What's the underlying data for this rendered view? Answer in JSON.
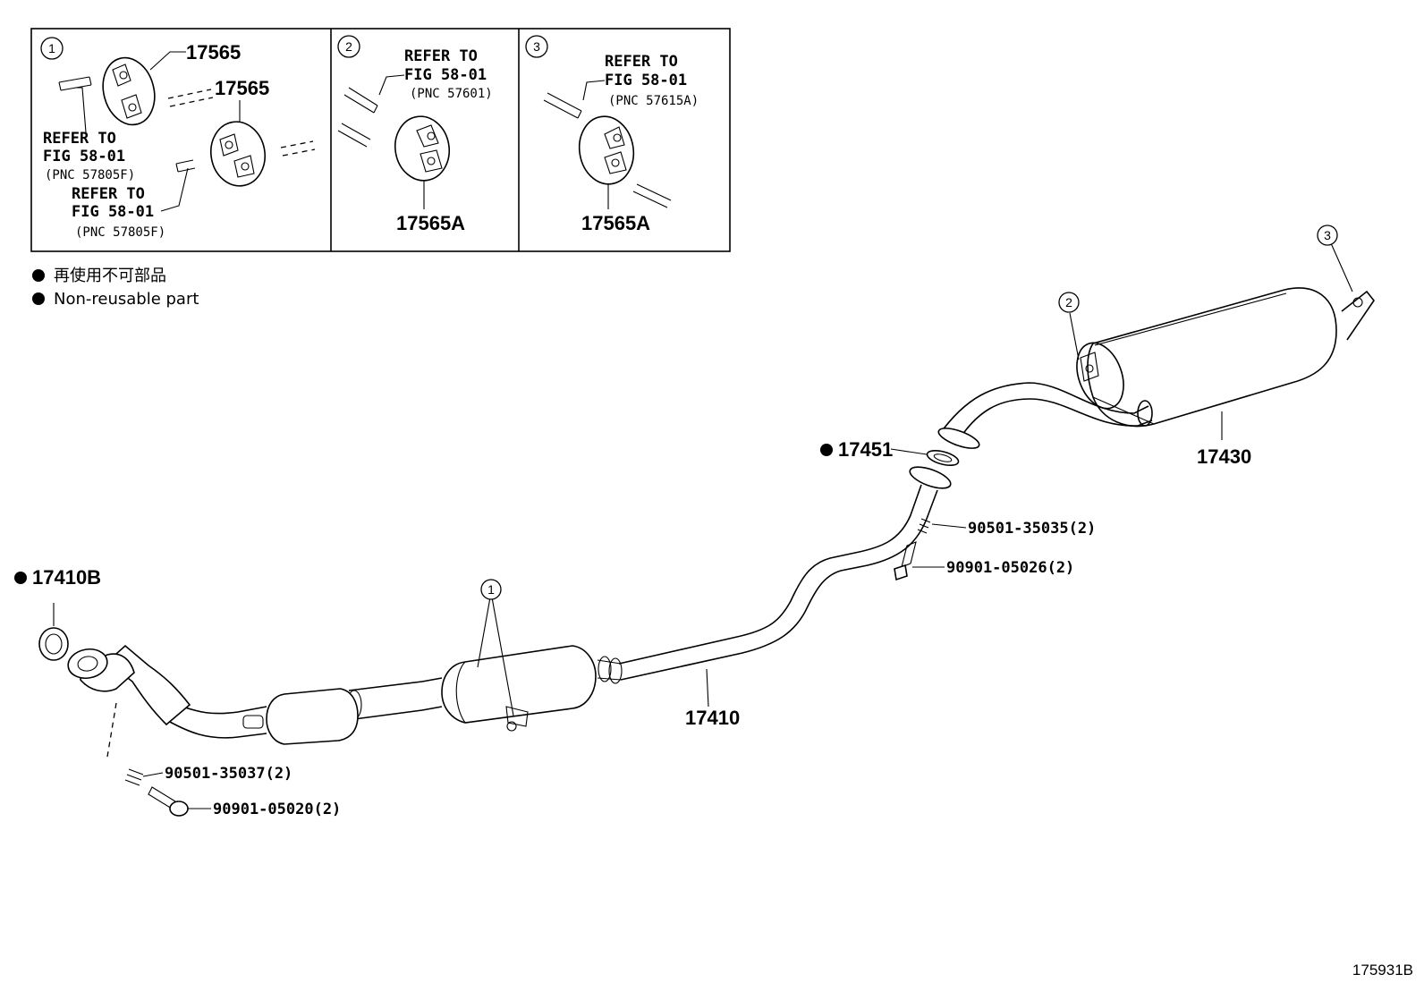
{
  "inset": {
    "panel1": {
      "index": "1",
      "part_top": "17565",
      "part_mid": "17565",
      "refer_a": "REFER TO",
      "fig_a": "FIG 58-01",
      "pnc_a": "(PNC 57805F)",
      "refer_b": "REFER TO",
      "fig_b": "FIG 58-01",
      "pnc_b": "(PNC 57805F)"
    },
    "panel2": {
      "index": "2",
      "refer": "REFER TO",
      "fig": "FIG 58-01",
      "pnc": "(PNC 57601)",
      "part": "17565A"
    },
    "panel3": {
      "index": "3",
      "refer": "REFER TO",
      "fig": "FIG 58-01",
      "pnc": "(PNC 57615A)",
      "part": "17565A"
    }
  },
  "legend": {
    "japanese": "再使用不可部品",
    "english": "Non-reusable part"
  },
  "callouts": {
    "c1": "1",
    "c2": "2",
    "c3": "3"
  },
  "parts": {
    "p17410B": "17410B",
    "p17410": "17410",
    "p17451": "17451",
    "p17430": "17430",
    "p90501_35035": "90501-35035(2)",
    "p90901_05026": "90901-05026(2)",
    "p90501_35037": "90501-35037(2)",
    "p90901_05020": "90901-05020(2)"
  },
  "figure_id": "175931B"
}
